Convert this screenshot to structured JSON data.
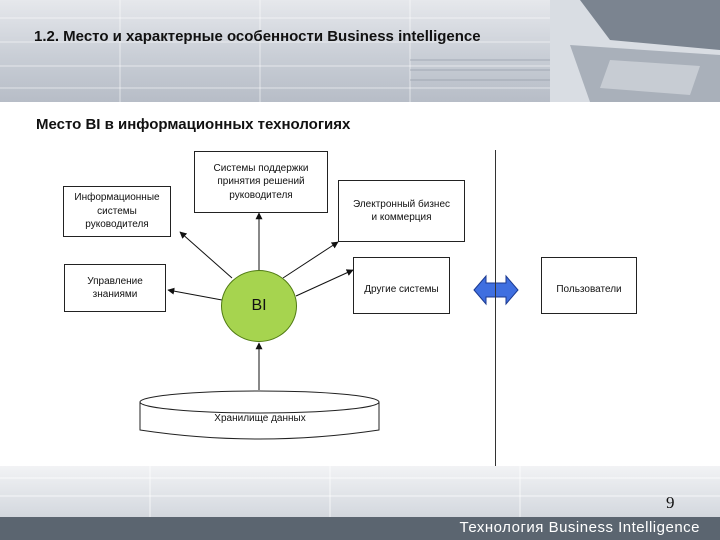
{
  "slide": {
    "title": "1.2. Место и характерные особенности Business intelligence",
    "subtitle": "Место BI в информационных технологиях",
    "page_number": "9",
    "footer": "Технология Business Intelligence"
  },
  "diagram": {
    "center": "BI",
    "nodes": {
      "info_systems": "Информационные системы руководителя",
      "dss": "Системы поддержки принятия решений руководителя",
      "ebusiness": "Электронный бизнес и коммерция",
      "knowledge": "Управление знаниями",
      "other_systems": "Другие системы",
      "users": "Пользователи",
      "storage": "Хранилище данных"
    },
    "colors": {
      "bi_fill": "#a6d44f",
      "arrow_fill": "#3f6fe0"
    }
  }
}
